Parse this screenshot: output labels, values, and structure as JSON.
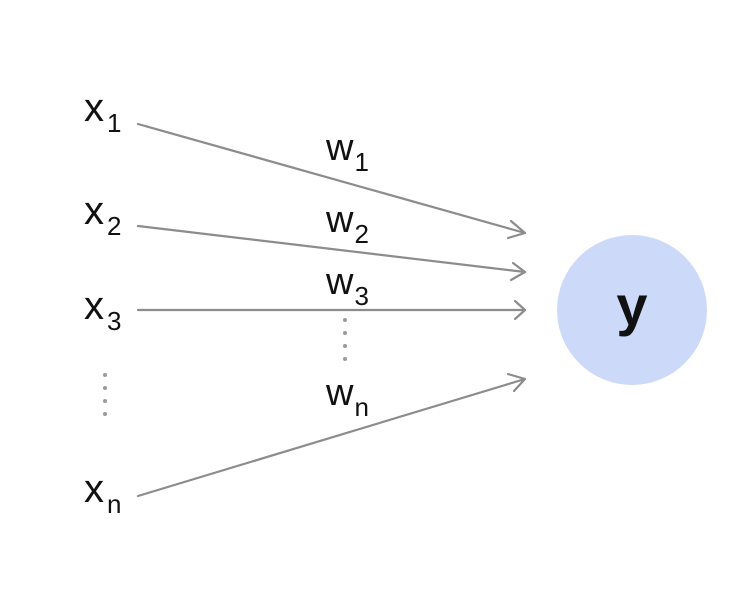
{
  "inputs": [
    {
      "base": "x",
      "sub": "1"
    },
    {
      "base": "x",
      "sub": "2"
    },
    {
      "base": "x",
      "sub": "3"
    },
    {
      "base": "x",
      "sub": "n"
    }
  ],
  "weights": [
    {
      "base": "w",
      "sub": "1"
    },
    {
      "base": "w",
      "sub": "2"
    },
    {
      "base": "w",
      "sub": "3"
    },
    {
      "base": "w",
      "sub": "n"
    }
  ],
  "output": {
    "label": "y"
  },
  "colors": {
    "node_fill": "#cdd9f9",
    "arrow": "#8c8c8c",
    "text": "#111111",
    "ellipsis": "#9a9a9a"
  }
}
